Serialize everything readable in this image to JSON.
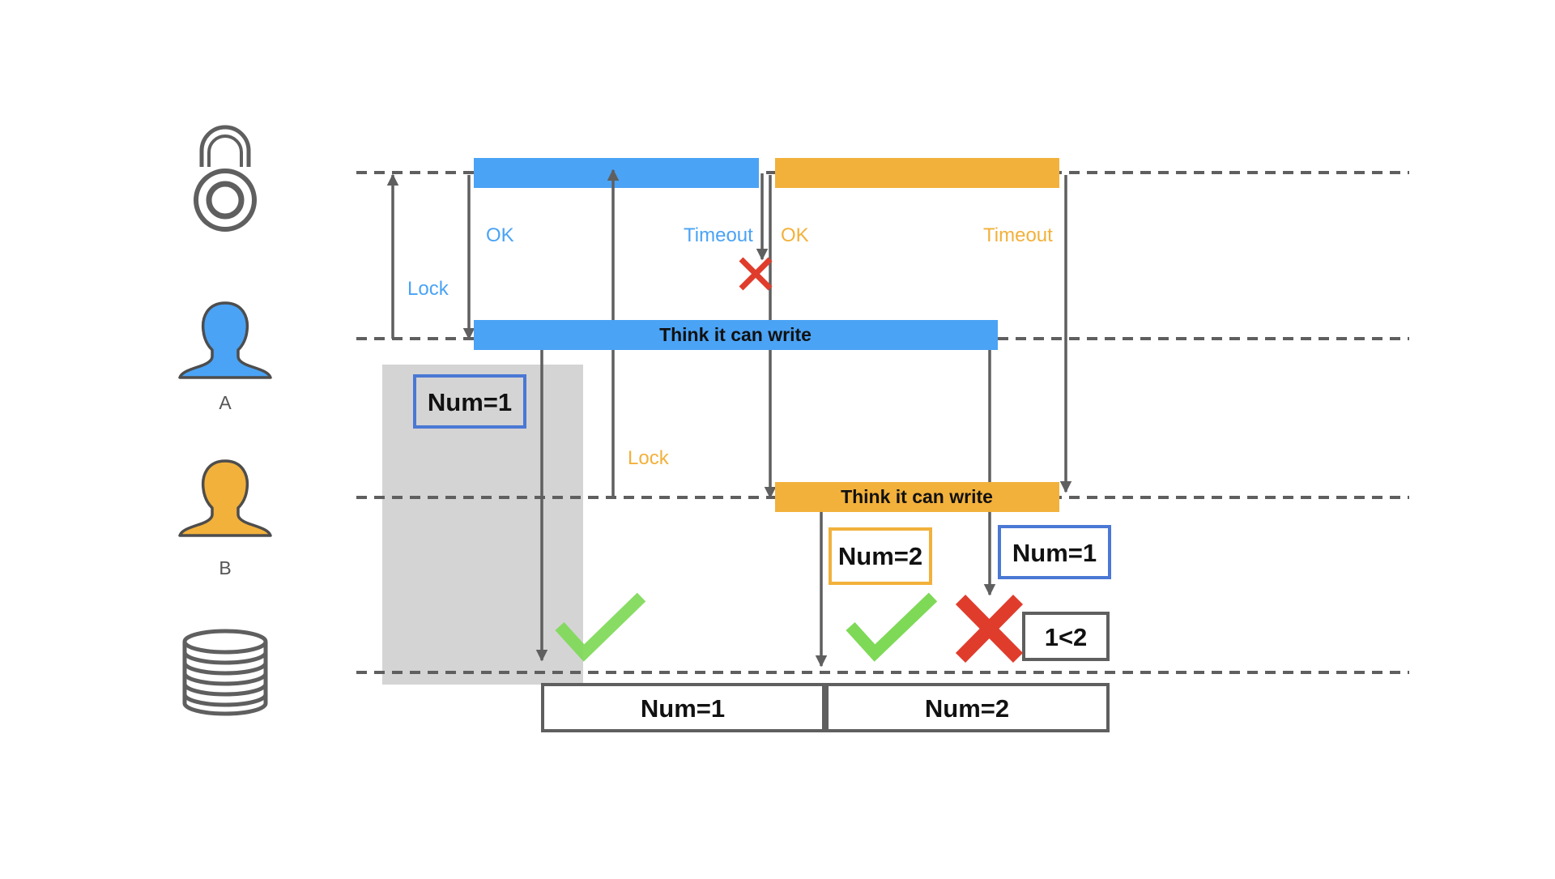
{
  "colors": {
    "client_a": "#4aa3f5",
    "client_b": "#f2b13b",
    "line": "#5f5f5f",
    "success": "#7ed957",
    "failure": "#e03c2c",
    "box_blue": "#4a78d4",
    "box_orange": "#f2b13b",
    "box_gray": "#5f5f5f",
    "highlight": "#d4d4d4"
  },
  "actors": {
    "lock": {
      "icon": "padlock-icon"
    },
    "client_a": {
      "icon": "user-icon",
      "label": "A"
    },
    "client_b": {
      "icon": "user-icon",
      "label": "B"
    },
    "storage": {
      "icon": "database-icon"
    }
  },
  "lock_lane": {
    "a_ok": "OK",
    "a_timeout": "Timeout",
    "b_ok": "OK",
    "b_timeout": "Timeout"
  },
  "requests": {
    "a_lock": "Lock",
    "b_lock": "Lock"
  },
  "client_a_bar": "Think it can write",
  "client_b_bar": "Think it can write",
  "tokens": {
    "a_token": "Num=1",
    "b_token": "Num=2",
    "a_late_token": "Num=1",
    "compare": "1<2"
  },
  "storage_values": [
    "Num=1",
    "Num=2"
  ]
}
